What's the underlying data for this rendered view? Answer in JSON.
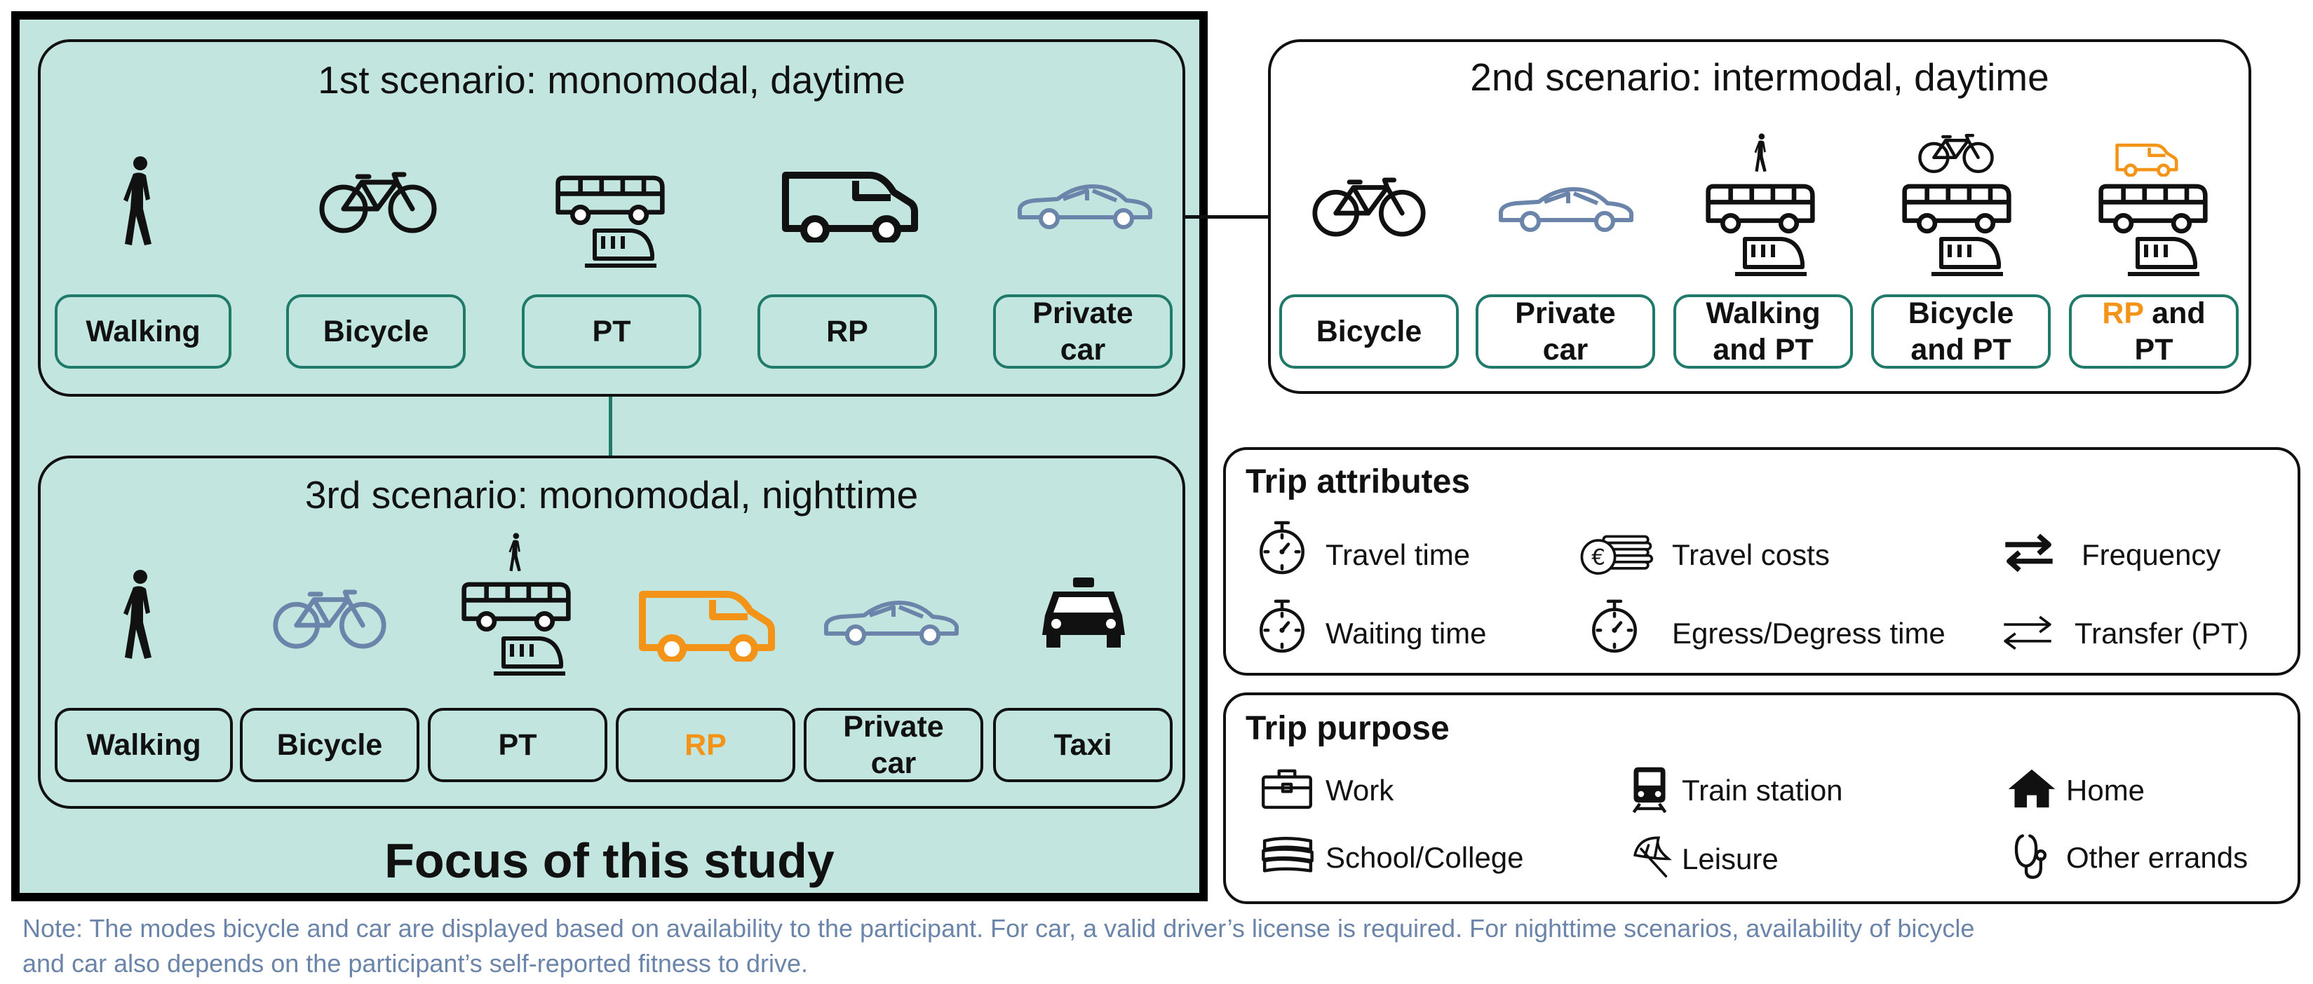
{
  "scenario1": {
    "title": "1st scenario: monomodal, daytime",
    "modes": [
      {
        "label": "Walking",
        "icon": "walking-person-icon"
      },
      {
        "label": "Bicycle",
        "icon": "bicycle-icon"
      },
      {
        "label": "PT",
        "icon": "bus-and-train-icon"
      },
      {
        "label": "RP",
        "icon": "van-icon"
      },
      {
        "label_line1": "Private",
        "label_line2": "car",
        "icon": "car-icon"
      }
    ]
  },
  "scenario2": {
    "title": "2nd scenario: intermodal, daytime",
    "modes": [
      {
        "label": "Bicycle",
        "icon": "bicycle-icon"
      },
      {
        "label_line1": "Private",
        "label_line2": "car",
        "icon": "car-icon"
      },
      {
        "label_line1": "Walking",
        "label_line2": "and PT",
        "icon": "walking-bus-train-icon"
      },
      {
        "label_line1": "Bicycle",
        "label_line2": "and PT",
        "icon": "bicycle-bus-train-icon"
      },
      {
        "label_rp": "RP",
        "label_and": " and",
        "label_line2": "PT",
        "icon": "van-bus-train-icon"
      }
    ]
  },
  "scenario3": {
    "title": "3rd scenario: monomodal, nighttime",
    "modes": [
      {
        "label": "Walking",
        "icon": "walking-person-icon"
      },
      {
        "label": "Bicycle",
        "icon": "bicycle-icon"
      },
      {
        "label": "PT",
        "icon": "walking-bus-train-icon"
      },
      {
        "label": "RP",
        "icon": "van-icon"
      },
      {
        "label_line1": "Private",
        "label_line2": "car",
        "icon": "car-icon"
      },
      {
        "label": "Taxi",
        "icon": "taxi-icon"
      }
    ]
  },
  "focus_label": "Focus of this study",
  "trip_attributes": {
    "heading": "Trip attributes",
    "items": [
      {
        "label": "Travel time",
        "icon": "stopwatch-icon"
      },
      {
        "label": "Travel costs",
        "icon": "euro-coins-icon"
      },
      {
        "label": "Frequency",
        "icon": "bold-exchange-arrows-icon"
      },
      {
        "label": "Waiting time",
        "icon": "stopwatch-icon"
      },
      {
        "label": "Egress/Degress time",
        "icon": "stopwatch-icon"
      },
      {
        "label": "Transfer (PT)",
        "icon": "exchange-arrows-icon"
      }
    ]
  },
  "trip_purpose": {
    "heading": "Trip purpose",
    "items": [
      {
        "label": "Work",
        "icon": "briefcase-icon"
      },
      {
        "label": "Train station",
        "icon": "train-icon"
      },
      {
        "label": "Home",
        "icon": "home-icon"
      },
      {
        "label": "School/College",
        "icon": "books-icon"
      },
      {
        "label": "Leisure",
        "icon": "umbrella-icon"
      },
      {
        "label": "Other errands",
        "icon": "stethoscope-icon"
      }
    ]
  },
  "note": {
    "line1": "Note: The modes bicycle and car are displayed based on availability to the participant. For car, a valid driver’s license is required. For nighttime scenarios, availability of bicycle",
    "line2": "and car also depends on the participant’s self-reported fitness to drive."
  },
  "colors": {
    "focus_bg": "#c2e6df",
    "teal_border": "#1f7a6a",
    "rp_orange": "#f39419",
    "availability_blue": "#6b84a9",
    "note_text": "#6b84a9"
  }
}
